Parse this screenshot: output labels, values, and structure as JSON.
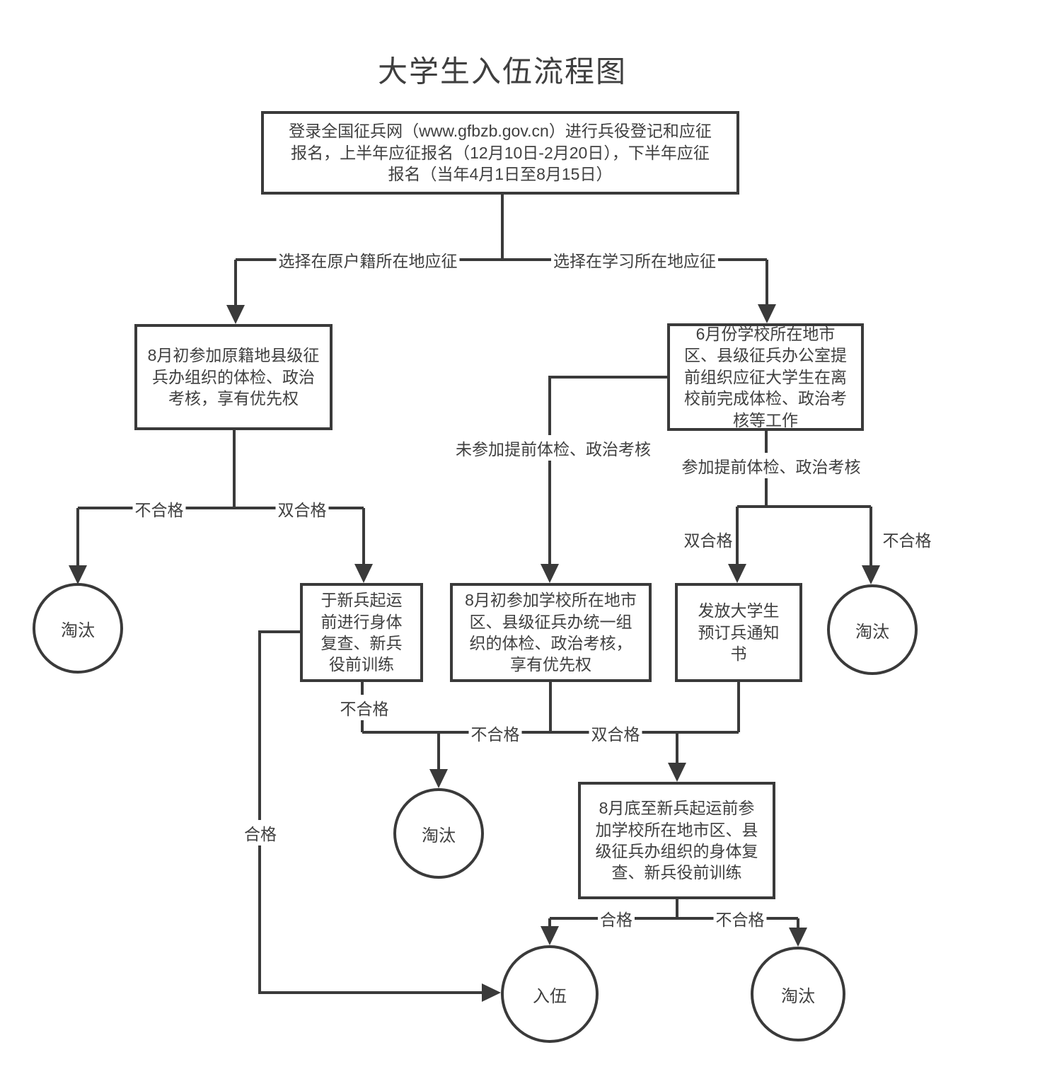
{
  "title": "大学生入伍流程图",
  "colors": {
    "line": "#3a3a3a",
    "text": "#3f3f3f",
    "background": "#ffffff"
  },
  "nodes": {
    "start": "登录全国征兵网（www.gfbzb.gov.cn）进行兵役登记和应征报名，上半年应征报名（12月10日-2月20日），下半年应征报名（当年4月1日至8月15日）",
    "hometown_exam": "8月初参加原籍地县级征兵办组织的体检、政治考核，享有优先权",
    "school_office": "6月份学校所在地市区、县级征兵办公室提前组织应征大学生在离校前完成体检、政治考核等工作",
    "pre_ship_recheck": "于新兵起运前进行身体复查、新兵役前训练",
    "school_exam": "8月初参加学校所在地市区、县级征兵办统一组织的体检、政治考核，享有优先权",
    "notice": "发放大学生预订兵通知书",
    "school_recheck": "8月底至新兵起运前参加学校所在地市区、县级征兵办组织的身体复查、新兵役前训练",
    "eliminated": "淘汰",
    "enlist": "入伍"
  },
  "edge_labels": {
    "choose_hometown": "选择在原户籍所在地应征",
    "choose_school": "选择在学习所在地应征",
    "no_early_exam": "未参加提前体检、政治考核",
    "early_exam": "参加提前体检、政治考核",
    "unqualified": "不合格",
    "double_qualified": "双合格",
    "qualified": "合格"
  }
}
